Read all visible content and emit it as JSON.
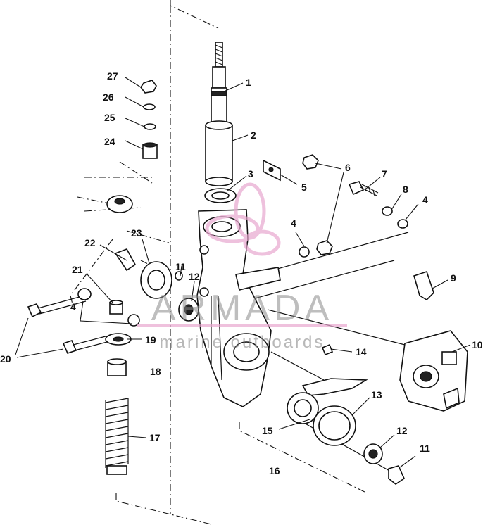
{
  "watermark": {
    "brand": "ARMADA",
    "tagline": "marine outboards",
    "color": "#e8a7cf"
  },
  "callouts": [
    {
      "id": "1",
      "label": "1"
    },
    {
      "id": "2",
      "label": "2"
    },
    {
      "id": "3",
      "label": "3"
    },
    {
      "id": "4a",
      "label": "4"
    },
    {
      "id": "4b",
      "label": "4"
    },
    {
      "id": "4c",
      "label": "4"
    },
    {
      "id": "5",
      "label": "5"
    },
    {
      "id": "6",
      "label": "6"
    },
    {
      "id": "7",
      "label": "7"
    },
    {
      "id": "8",
      "label": "8"
    },
    {
      "id": "9",
      "label": "9"
    },
    {
      "id": "10",
      "label": "10"
    },
    {
      "id": "11a",
      "label": "11"
    },
    {
      "id": "11b",
      "label": "11"
    },
    {
      "id": "12a",
      "label": "12"
    },
    {
      "id": "12b",
      "label": "12"
    },
    {
      "id": "13",
      "label": "13"
    },
    {
      "id": "14",
      "label": "14"
    },
    {
      "id": "15",
      "label": "15"
    },
    {
      "id": "16",
      "label": "16"
    },
    {
      "id": "17",
      "label": "17"
    },
    {
      "id": "18",
      "label": "18"
    },
    {
      "id": "19",
      "label": "19"
    },
    {
      "id": "20",
      "label": "20"
    },
    {
      "id": "21",
      "label": "21"
    },
    {
      "id": "22",
      "label": "22"
    },
    {
      "id": "23",
      "label": "23"
    },
    {
      "id": "24",
      "label": "24"
    },
    {
      "id": "25",
      "label": "25"
    },
    {
      "id": "26",
      "label": "26"
    },
    {
      "id": "27",
      "label": "27"
    }
  ]
}
